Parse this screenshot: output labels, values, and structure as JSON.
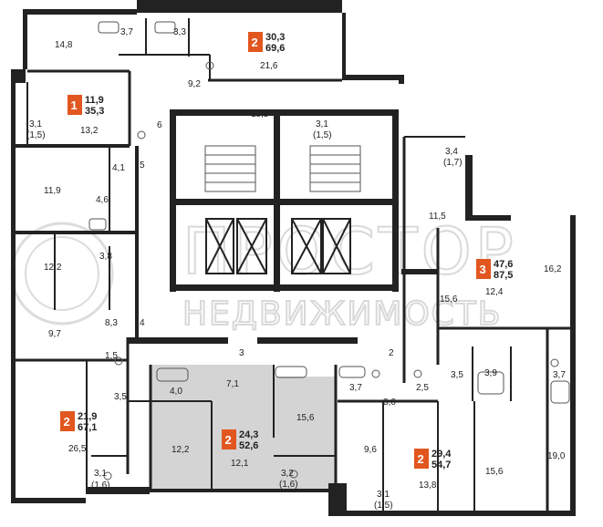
{
  "watermark": {
    "line1": "ПРОСТОР",
    "line2": "НЕДВИЖИМОСТЬ"
  },
  "colors": {
    "wall": "#222222",
    "badge": "#e2561f",
    "highlight": "#d4d4d4",
    "text": "#222222"
  },
  "apartments": [
    {
      "id": "apt-top",
      "rooms": "2",
      "area_living": "30,3",
      "area_total": "69,6"
    },
    {
      "id": "apt-left-top",
      "rooms": "1",
      "area_living": "11,9",
      "area_total": "35,3"
    },
    {
      "id": "apt-right",
      "rooms": "3",
      "area_living": "47,6",
      "area_total": "87,5"
    },
    {
      "id": "apt-left-bottom",
      "rooms": "2",
      "area_living": "21,9",
      "area_total": "67,1"
    },
    {
      "id": "apt-center",
      "rooms": "2",
      "area_living": "24,3",
      "area_total": "52,6"
    },
    {
      "id": "apt-bottom-right",
      "rooms": "2",
      "area_living": "29,4",
      "area_total": "54,7"
    }
  ],
  "rooms": [
    {
      "id": "r1",
      "label": "14,8"
    },
    {
      "id": "r2",
      "label": "3,7"
    },
    {
      "id": "r3",
      "label": "3,3"
    },
    {
      "id": "r4",
      "label": "21,6"
    },
    {
      "id": "r5",
      "label": "9,2"
    },
    {
      "id": "r6",
      "label": "15,5"
    },
    {
      "id": "r7",
      "label": "6"
    },
    {
      "id": "r8",
      "label": "3,1"
    },
    {
      "id": "r9",
      "label": "(1,5)"
    },
    {
      "id": "r10",
      "label": "13,2"
    },
    {
      "id": "r11",
      "label": "3,1"
    },
    {
      "id": "r12",
      "label": "(1,5)"
    },
    {
      "id": "r13",
      "label": "4,1"
    },
    {
      "id": "r14",
      "label": "5"
    },
    {
      "id": "r15",
      "label": "11,9"
    },
    {
      "id": "r16",
      "label": "4,6"
    },
    {
      "id": "r17",
      "label": "3,4"
    },
    {
      "id": "r18",
      "label": "(1,7)"
    },
    {
      "id": "r19",
      "label": "11,5"
    },
    {
      "id": "r20",
      "label": "12,2"
    },
    {
      "id": "r21",
      "label": "3,8"
    },
    {
      "id": "r22",
      "label": "16,2"
    },
    {
      "id": "r23",
      "label": "12,4"
    },
    {
      "id": "r24",
      "label": "15,6"
    },
    {
      "id": "r25",
      "label": "9,7"
    },
    {
      "id": "r26",
      "label": "8,3"
    },
    {
      "id": "r27",
      "label": "4"
    },
    {
      "id": "r28",
      "label": "1,5"
    },
    {
      "id": "r29",
      "label": "3"
    },
    {
      "id": "r30",
      "label": "2"
    },
    {
      "id": "r31",
      "label": "3,5"
    },
    {
      "id": "r32",
      "label": "4,0"
    },
    {
      "id": "r33",
      "label": "7,1"
    },
    {
      "id": "r34",
      "label": "3,7"
    },
    {
      "id": "r35",
      "label": "8,0"
    },
    {
      "id": "r36",
      "label": "2,5"
    },
    {
      "id": "r37",
      "label": "3,5"
    },
    {
      "id": "r38",
      "label": "3,9"
    },
    {
      "id": "r39",
      "label": "3,7"
    },
    {
      "id": "r40",
      "label": "15,6"
    },
    {
      "id": "r41",
      "label": "26,5"
    },
    {
      "id": "r42",
      "label": "12,2"
    },
    {
      "id": "r43",
      "label": "12,1"
    },
    {
      "id": "r44",
      "label": "9,6"
    },
    {
      "id": "r45",
      "label": "15,6"
    },
    {
      "id": "r46",
      "label": "19,0"
    },
    {
      "id": "r47",
      "label": "3,1"
    },
    {
      "id": "r48",
      "label": "(1,6)"
    },
    {
      "id": "r49",
      "label": "3,2"
    },
    {
      "id": "r50",
      "label": "(1,6)"
    },
    {
      "id": "r51",
      "label": "13,8"
    },
    {
      "id": "r52",
      "label": "3,1"
    },
    {
      "id": "r53",
      "label": "(1,5)"
    }
  ]
}
